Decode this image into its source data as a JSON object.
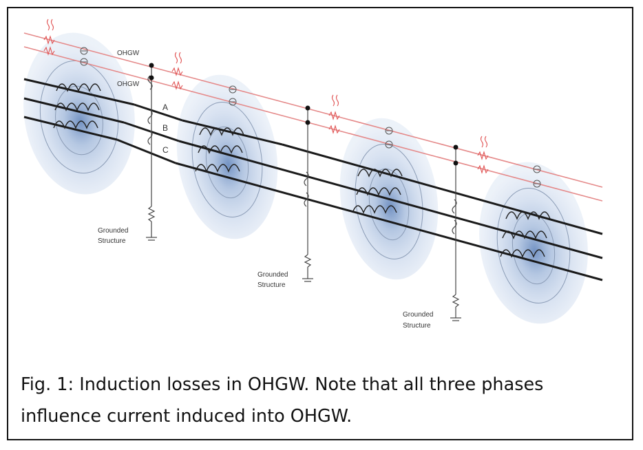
{
  "figure": {
    "labels": {
      "ohgw_upper": "OHGW",
      "ohgw_lower": "OHGW",
      "phase_a": "A",
      "phase_b": "B",
      "phase_c": "C",
      "ground_1_line1": "Grounded",
      "ground_1_line2": "Structure",
      "ground_2_line1": "Grounded",
      "ground_2_line2": "Structure",
      "ground_3_line1": "Grounded",
      "ground_3_line2": "Structure"
    },
    "colors": {
      "ohgw_wire": "#e58a8a",
      "phase_conductor": "#1a1a1a",
      "field_glow": "#9fb7d9",
      "loss_symbol": "#e05050"
    },
    "caption_line1": "Fig. 1: Induction losses in OHGW. Note that all three phases",
    "caption_line2": "influence current induced into OHGW."
  }
}
